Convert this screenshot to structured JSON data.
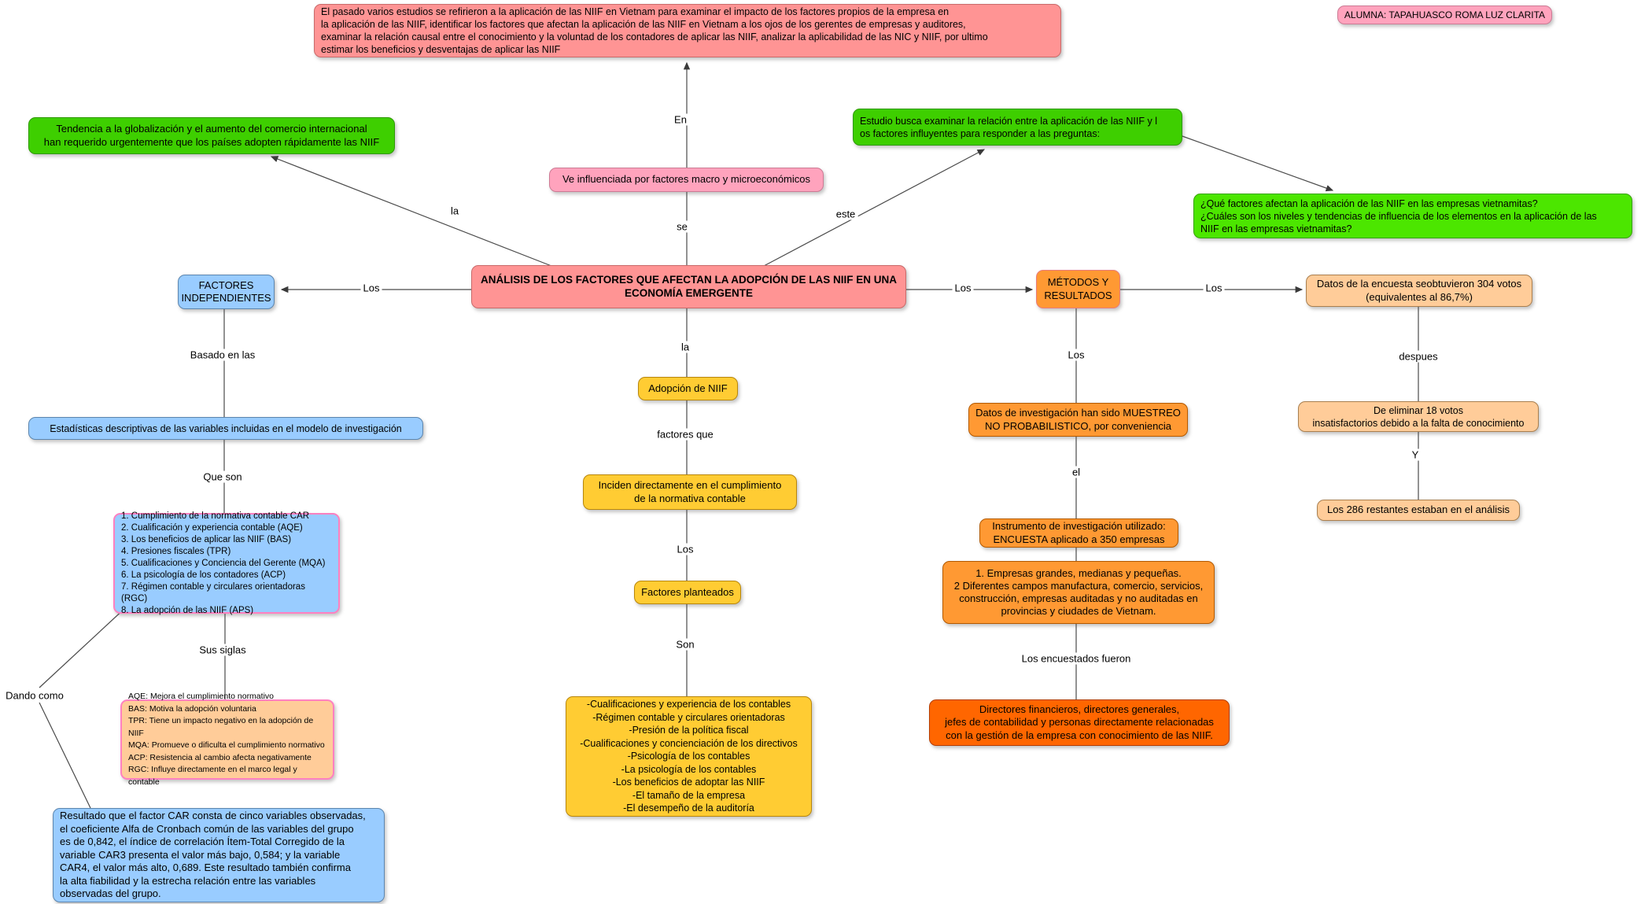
{
  "map": {
    "colors": {
      "node_salmon": "#FF9494",
      "node_pink": "#FFA3BD",
      "node_green": "#3ECF00",
      "node_green_bright": "#4CE600",
      "node_blue": "#99CCFF",
      "node_gold": "#FFCC33",
      "node_orange": "#FF9933",
      "node_peach": "#FFCC99",
      "node_dark_orange": "#FF6600",
      "border_pink": "#FF80C0",
      "connector": "#4a4a4a"
    },
    "nodes": {
      "intro": {
        "text": "El pasado varios estudios se refirieron a la aplicación de las NIIF en Vietnam para examinar el impacto de los factores propios de la empresa en\nla aplicación de las NIIF, identificar los factores que afectan la aplicación de las NIIF en Vietnam a los ojos de los gerentes de empresas y auditores,\nexaminar la relación causal entre el conocimiento y la voluntad de los contadores de aplicar las NIIF, analizar la aplicabilidad de las NIC y NIIF, por ultimo\nestimar los beneficios y desventajas de aplicar las NIIF"
      },
      "alumna": {
        "text": "ALUMNA: TAPAHUASCO ROMA LUZ CLARITA"
      },
      "globalizacion": {
        "text": "Tendencia a la globalización y el aumento del comercio internacional\nhan requerido urgentemente que los países adopten rápidamente las NIIF"
      },
      "influencia": {
        "text": "Ve influenciada por factores macro y microeconómicos"
      },
      "objetivo": {
        "text": "Estudio busca examinar la relación entre la aplicación de las NIIF y l\nos factores influyentes para responder a las preguntas:"
      },
      "preguntas": {
        "text": "¿Qué factores afectan la aplicación de las NIIF en las empresas vietnamitas?\n¿Cuáles son los niveles y tendencias de influencia de los elementos en la aplicación de las\nNIIF en las empresas vietnamitas?"
      },
      "titulo": {
        "text": "ANÁLISIS DE LOS FACTORES QUE AFECTAN LA ADOPCIÓN DE LAS NIIF EN UNA\nECONOMÍA EMERGENTE"
      },
      "factores_independientes": {
        "text": "FACTORES\nINDEPENDIENTES"
      },
      "metodos_resultados": {
        "text": "MÉTODOS Y\nRESULTADOS"
      },
      "datos_encuesta": {
        "text": "Datos de la encuesta seobtuvieron 304 votos\n(equivalentes al 86,7%)"
      },
      "adopcion_niif": {
        "text": "Adopción de NIIF"
      },
      "estadisticas": {
        "text": "Estadísticas descriptivas de las variables incluidas en el modelo de investigación"
      },
      "inciden": {
        "text": "Inciden directamente en el cumplimiento\nde la normativa contable"
      },
      "muestreo": {
        "text": "Datos de investigación han sido MUESTREO\nNO PROBABILISTICO, por conveniencia"
      },
      "eliminar_votos": {
        "text": "De eliminar 18 votos\ninsatisfactorios debido a la falta de conocimiento"
      },
      "lista_factores": {
        "text": "1. Cumplimiento de la normativa contable CAR\n2. Cualificación y experiencia contable (AQE)\n3. Los beneficios de aplicar las NIIF (BAS)\n4. Presiones fiscales (TPR)\n5.  Cualificaciones y Conciencia del Gerente (MQA)\n6. La psicología de los contadores (ACP)\n7. Régimen contable y circulares orientadoras (RGC)\n8. La adopción de las NIIF (APS)"
      },
      "factores_planteados": {
        "text": "Factores planteados"
      },
      "instrumento": {
        "text": "Instrumento de investigación utilizado:\nENCUESTA aplicado a 350 empresas"
      },
      "tipos_empresas": {
        "text": "1. Empresas grandes, medianas y pequeñas.\n2 Diferentes campos manufactura, comercio, servicios,\nconstrucción, empresas auditadas y no auditadas en\nprovincias y ciudades de Vietnam."
      },
      "restantes": {
        "text": "Los 286 restantes estaban en el análisis"
      },
      "siglas": {
        "text": "AQE: Mejora el cumplimiento normativo\nBAS: Motiva la adopción voluntaria\nTPR: Tiene un impacto negativo en la adopción de NIIF\nMQA: Promueve o dificulta el cumplimiento normativo\nACP: Resistencia al cambio afecta negativamente\nRGC: Influye directamente en el marco legal y contable"
      },
      "factores_detalle": {
        "text": "-Cualificaciones y experiencia de los contables\n-Régimen contable y circulares orientadoras\n-Presión de la política fiscal\n-Cualificaciones y concienciación de los directivos\n-Psicología de los contables\n-La psicología de los contables\n-Los beneficios de adoptar las NIIF\n-El tamaño de la empresa\n-El desempeño de la auditoría"
      },
      "encuestados": {
        "text": "Directores financieros, directores generales,\njefes de contabilidad y personas directamente relacionadas\ncon la gestión de la empresa con conocimiento de las NIIF."
      },
      "resultado_car": {
        "text": "Resultado que el factor CAR consta de cinco variables observadas,\nel coeficiente Alfa de Cronbach común de las variables del grupo\nes de 0,842,  el índice de correlación Ítem-Total Corregido de la\nvariable CAR3  presenta el valor más bajo, 0,584; y la variable\nCAR4, el valor más alto, 0,689. Este resultado también confirma\nla alta fiabilidad y la estrecha relación entre las variables\nobservadas del grupo."
      }
    },
    "labels": {
      "en": "En",
      "la_izq": "la",
      "se": "se",
      "este": "este",
      "los_izq": "Los",
      "los_der1": "Los",
      "los_der2": "Los",
      "basado_en_las": "Basado en las",
      "la_centro": "la",
      "los_metodos": "Los",
      "despues": "despues",
      "que_son": "Que son",
      "factores_que": "factores que",
      "el": "el",
      "y": "Y",
      "los_centro": "Los",
      "sus_siglas": "Sus siglas",
      "son": "Son",
      "dando_como": "Dando como",
      "encuestados_fueron": "Los encuestados fueron"
    }
  }
}
